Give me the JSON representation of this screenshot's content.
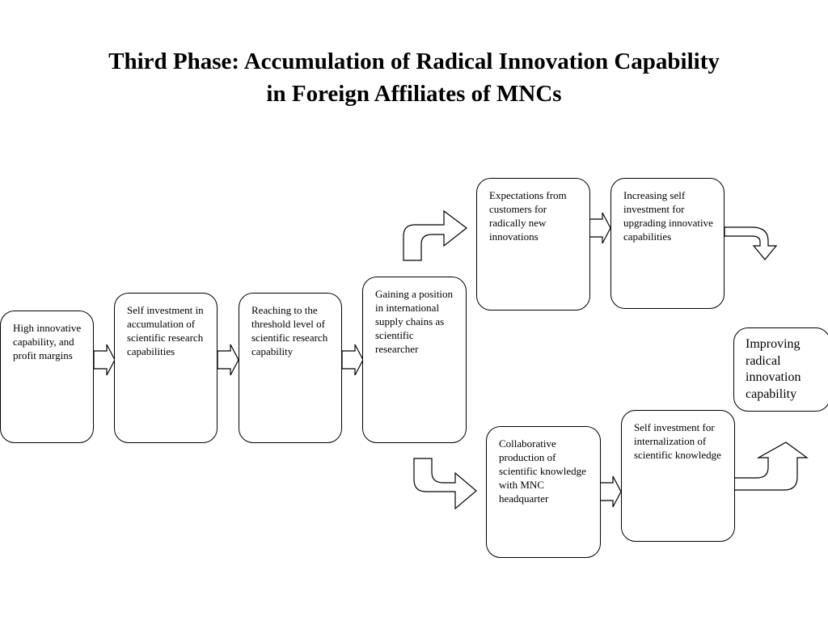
{
  "title": {
    "line1": "Third Phase: Accumulation of Radical Innovation Capability",
    "line2": "in Foreign Affiliates of MNCs"
  },
  "boxes": {
    "high_innovative": "High innovative capability, and profit margins",
    "self_investment_accumulation": "Self investment in accumulation of scientific research capabilities",
    "reaching_threshold": "Reaching to the threshold level of scientific research capability",
    "gaining_position": "Gaining a position in international supply chains as scientific researcher",
    "expectations_customers": "Expectations from customers for radically new innovations",
    "increasing_self_investment": "Increasing self investment for upgrading innovative capabilities",
    "collaborative_production": "Collaborative production of scientific knowledge with MNC headquarter",
    "self_investment_internalization": "Self investment for internalization of scientific knowledge",
    "improving_radical": "Improving radical innovation capability"
  },
  "icons": {
    "straight_arrow": "block-arrow-right-icon",
    "bent_up_arrow": "bent-up-arrow-icon",
    "bent_down_arrow": "bent-down-arrow-icon"
  },
  "colors": {
    "stroke": "#000000",
    "fill": "#ffffff"
  }
}
